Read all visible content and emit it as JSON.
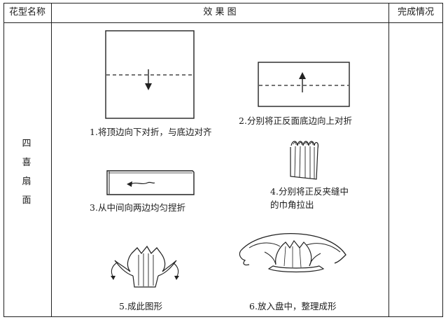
{
  "table": {
    "headers": {
      "name": "花型名称",
      "effect": "效 果 图",
      "status": "完成情况"
    },
    "flower_name_chars": [
      "四",
      "喜",
      "扇",
      "面"
    ],
    "steps": [
      {
        "number": "1.",
        "text": "将顶边向下对折，与底边对齐",
        "illustration": "square-fold-down-arrow"
      },
      {
        "number": "2.",
        "text": "分别将正反面底边向上对折",
        "illustration": "rectangle-fold-up-arrow"
      },
      {
        "number": "3.",
        "text": "从中间向两边均匀捏折",
        "illustration": "strip-pleat-arrow"
      },
      {
        "number": "4.",
        "text": "分别将正反夹缝中",
        "text_line2": "的巾角拉出",
        "illustration": "pleated-napkin"
      },
      {
        "number": "5.",
        "text": "成此图形",
        "illustration": "fan-shape"
      },
      {
        "number": "6.",
        "text": "放入盘中，整理成形",
        "illustration": "fan-in-plate"
      }
    ],
    "status_value": ""
  }
}
